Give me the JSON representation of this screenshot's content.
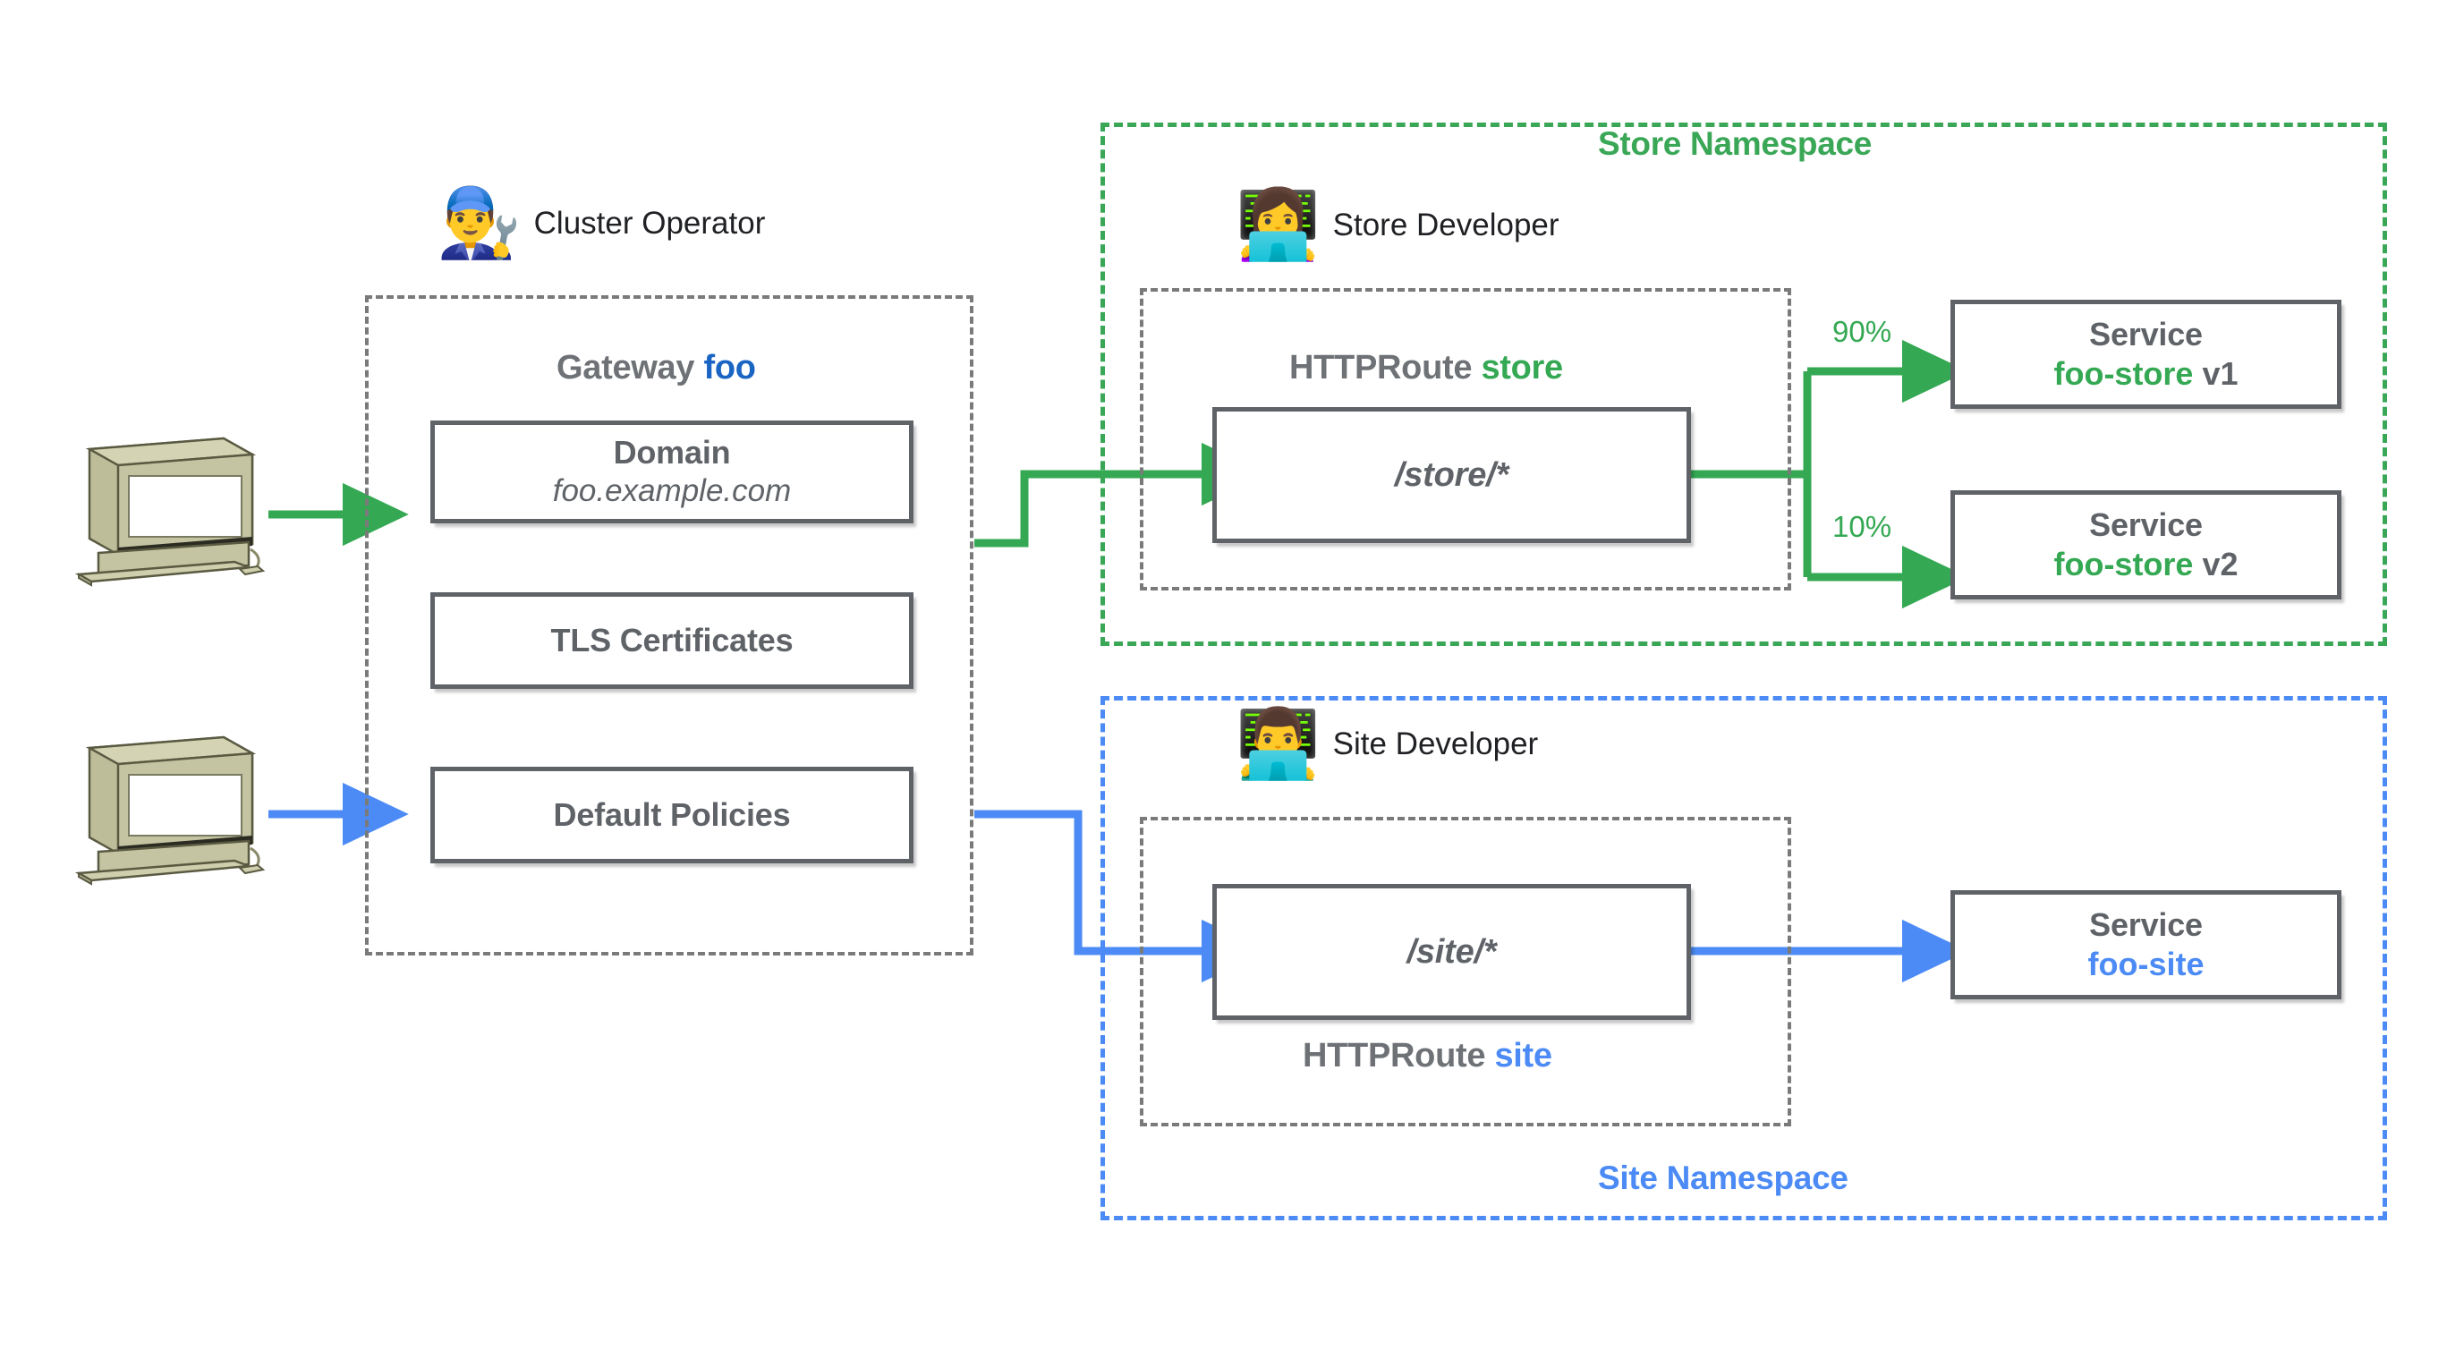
{
  "diagram": {
    "title": "Kubernetes Gateway API routing diagram",
    "colors": {
      "green": "#34a853",
      "blue_light": "#4c8bf5",
      "blue_dark": "#1a65c4",
      "grey": "#5f6368",
      "dashed_grey": "#7a7a7a"
    }
  },
  "clients": [
    {
      "icon": "desktop-computer-icon",
      "flow": "green"
    },
    {
      "icon": "desktop-computer-icon",
      "flow": "blue"
    }
  ],
  "gateway": {
    "persona": {
      "emoji": "👨‍🔧",
      "name": "Cluster Operator",
      "icon": "cluster-operator-avatar"
    },
    "heading_prefix": "Gateway",
    "heading_accent": "foo",
    "items": [
      {
        "line1": "Domain",
        "line2": "foo.example.com"
      },
      {
        "line1": "TLS Certificates",
        "line2": ""
      },
      {
        "line1": "Default Policies",
        "line2": ""
      }
    ]
  },
  "store_namespace": {
    "title": "Store Namespace",
    "persona": {
      "emoji": "👩‍💻",
      "name": "Store Developer",
      "icon": "store-developer-avatar"
    },
    "route": {
      "heading_prefix": "HTTPRoute",
      "heading_accent": "store",
      "path": "/store/*"
    },
    "services": [
      {
        "label": "Service",
        "name": "foo-store",
        "version": "v1",
        "weight": "90%"
      },
      {
        "label": "Service",
        "name": "foo-store",
        "version": "v2",
        "weight": "10%"
      }
    ]
  },
  "site_namespace": {
    "title": "Site Namespace",
    "persona": {
      "emoji": "👨‍💻",
      "name": "Site Developer",
      "icon": "site-developer-avatar"
    },
    "route": {
      "heading_prefix": "HTTPRoute",
      "heading_accent": "site",
      "path": "/site/*"
    },
    "services": [
      {
        "label": "Service",
        "name": "foo-site",
        "version": "",
        "weight": ""
      }
    ]
  }
}
